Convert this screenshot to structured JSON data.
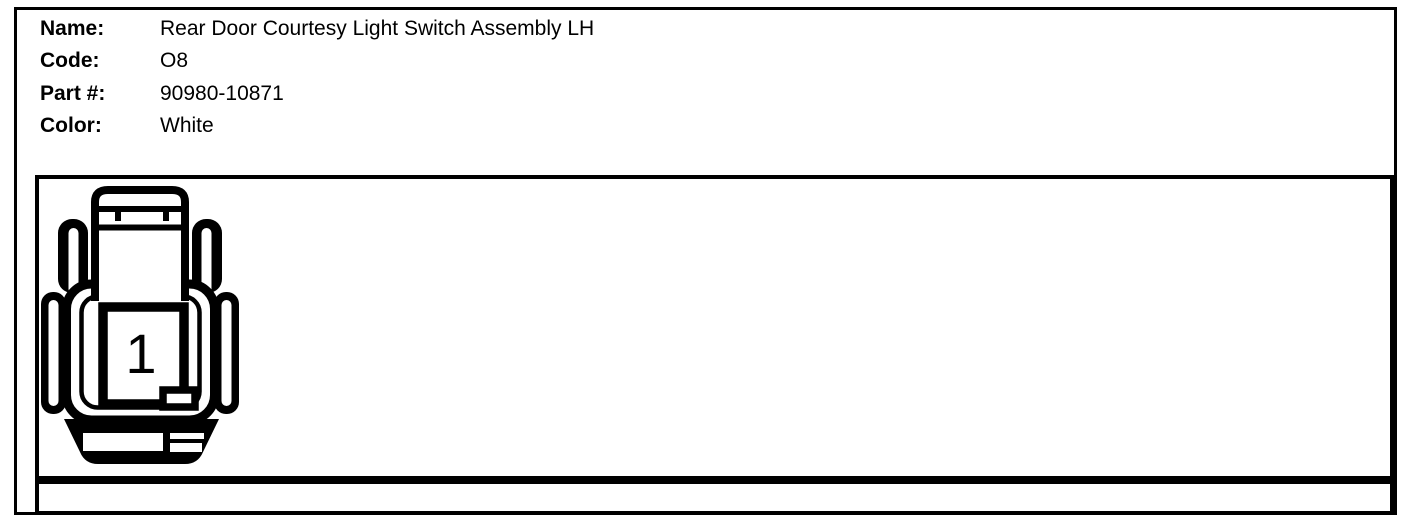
{
  "info": {
    "rows": [
      {
        "label": "Name:",
        "value": "Rear Door Courtesy Light Switch Assembly LH"
      },
      {
        "label": "Code:",
        "value": "O8"
      },
      {
        "label": "Part #:",
        "value": "90980-10871"
      },
      {
        "label": "Color:",
        "value": "White"
      }
    ]
  },
  "connector": {
    "pin_label": "1"
  },
  "colors": {
    "line": "#000000",
    "background": "#ffffff"
  }
}
